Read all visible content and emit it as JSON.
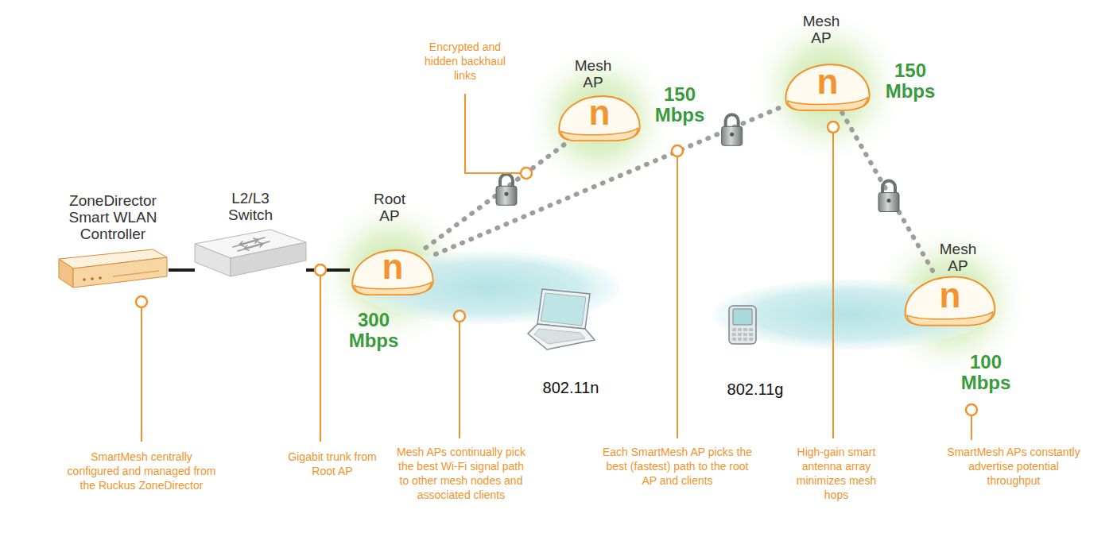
{
  "diagram": {
    "nodes": [
      {
        "text": [
          "ZoneDirector Smart WLAN Controller"
        ]
      },
      {
        "text": [
          "L2/L3 Switch"
        ]
      },
      {
        "text": [
          "Root AP",
          "n",
          "300 Mbps"
        ]
      },
      {
        "text": [
          "Mesh AP",
          "n",
          "150 Mbps"
        ]
      },
      {
        "text": [
          "Mesh AP",
          "n",
          "150 Mbps"
        ]
      },
      {
        "text": [
          "Mesh AP",
          "n",
          "100 Mbps"
        ]
      },
      {
        "text": [
          "802.11n"
        ]
      },
      {
        "text": [
          "802.11g"
        ]
      }
    ],
    "edges": [
      {
        "from": 0,
        "to": 1,
        "arrow": "none"
      },
      {
        "from": 1,
        "to": 2,
        "arrow": "none"
      },
      {
        "from": 2,
        "to": 3,
        "arrow": "none"
      },
      {
        "from": 2,
        "to": 4,
        "arrow": "none"
      },
      {
        "from": 4,
        "to": 5,
        "arrow": "none"
      }
    ],
    "labels": [
      "Encrypted and hidden backhaul links",
      "SmartMesh centrally configured and managed from the Ruckus ZoneDirector",
      "Gigabit trunk from Root AP",
      "Mesh APs continually pick the best Wi-Fi signal path to other mesh nodes and associated clients",
      "Each SmartMesh AP picks the best (fastest) path to the root AP and clients",
      "High-gain smart antenna array minimizes mesh hops",
      "SmartMesh APs constantly advertise potential throughput"
    ]
  }
}
